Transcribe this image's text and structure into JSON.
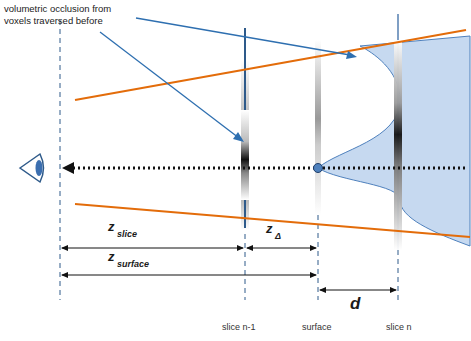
{
  "diagram": {
    "labels": [
      "volumetric occlusion from voxels traversed before",
      "z",
      "slice",
      "z",
      "Δ",
      "z",
      "surface",
      "d",
      "slice n-1",
      "surface",
      "slice n"
    ]
  }
}
